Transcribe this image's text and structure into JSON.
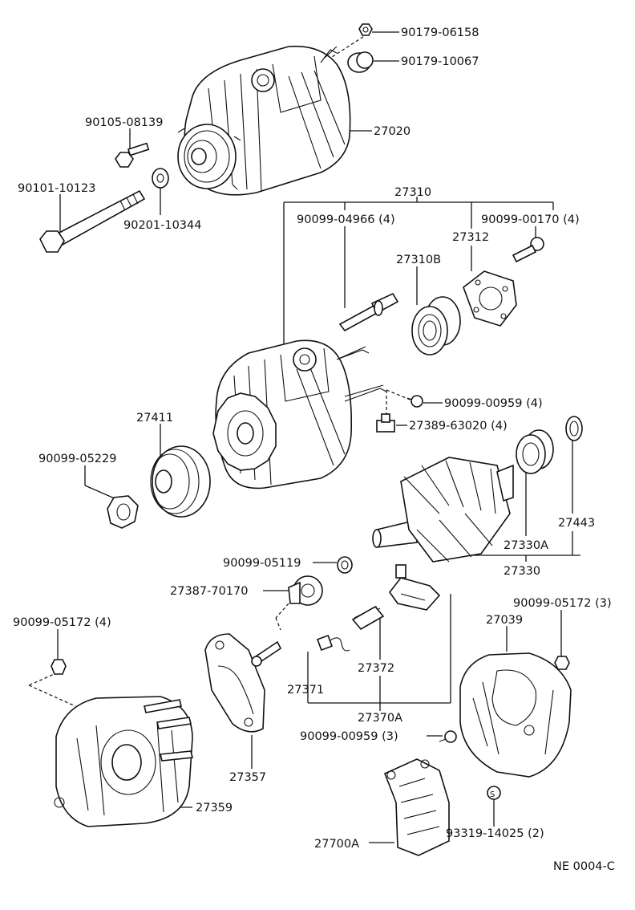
{
  "labels": {
    "p_90179_06158": "90179-06158",
    "p_90179_10067": "90179-10067",
    "p_27020": "27020",
    "p_90105_08139": "90105-08139",
    "p_90101_10123": "90101-10123",
    "p_90201_10344": "90201-10344",
    "p_27310": "27310",
    "p_90099_04966": "90099-04966 (4)",
    "p_90099_00170": "90099-00170 (4)",
    "p_27312": "27312",
    "p_27310B": "27310B",
    "p_90099_00959_4": "90099-00959 (4)",
    "p_27389_63020": "27389-63020 (4)",
    "p_27411": "27411",
    "p_90099_05229": "90099-05229",
    "p_27443": "27443",
    "p_27330A": "27330A",
    "p_27330": "27330",
    "p_90099_05119": "90099-05119",
    "p_27387_70170": "27387-70170",
    "p_90099_05172_3": "90099-05172 (3)",
    "p_27039": "27039",
    "p_90099_05172_4": "90099-05172 (4)",
    "p_27372": "27372",
    "p_27371": "27371",
    "p_27370A": "27370A",
    "p_90099_00959_3": "90099-00959 (3)",
    "p_27357": "27357",
    "p_27359": "27359",
    "p_93319_14025": "93319-14025 (2)",
    "p_27700A": "27700A",
    "p_code": "NE 0004-C"
  }
}
